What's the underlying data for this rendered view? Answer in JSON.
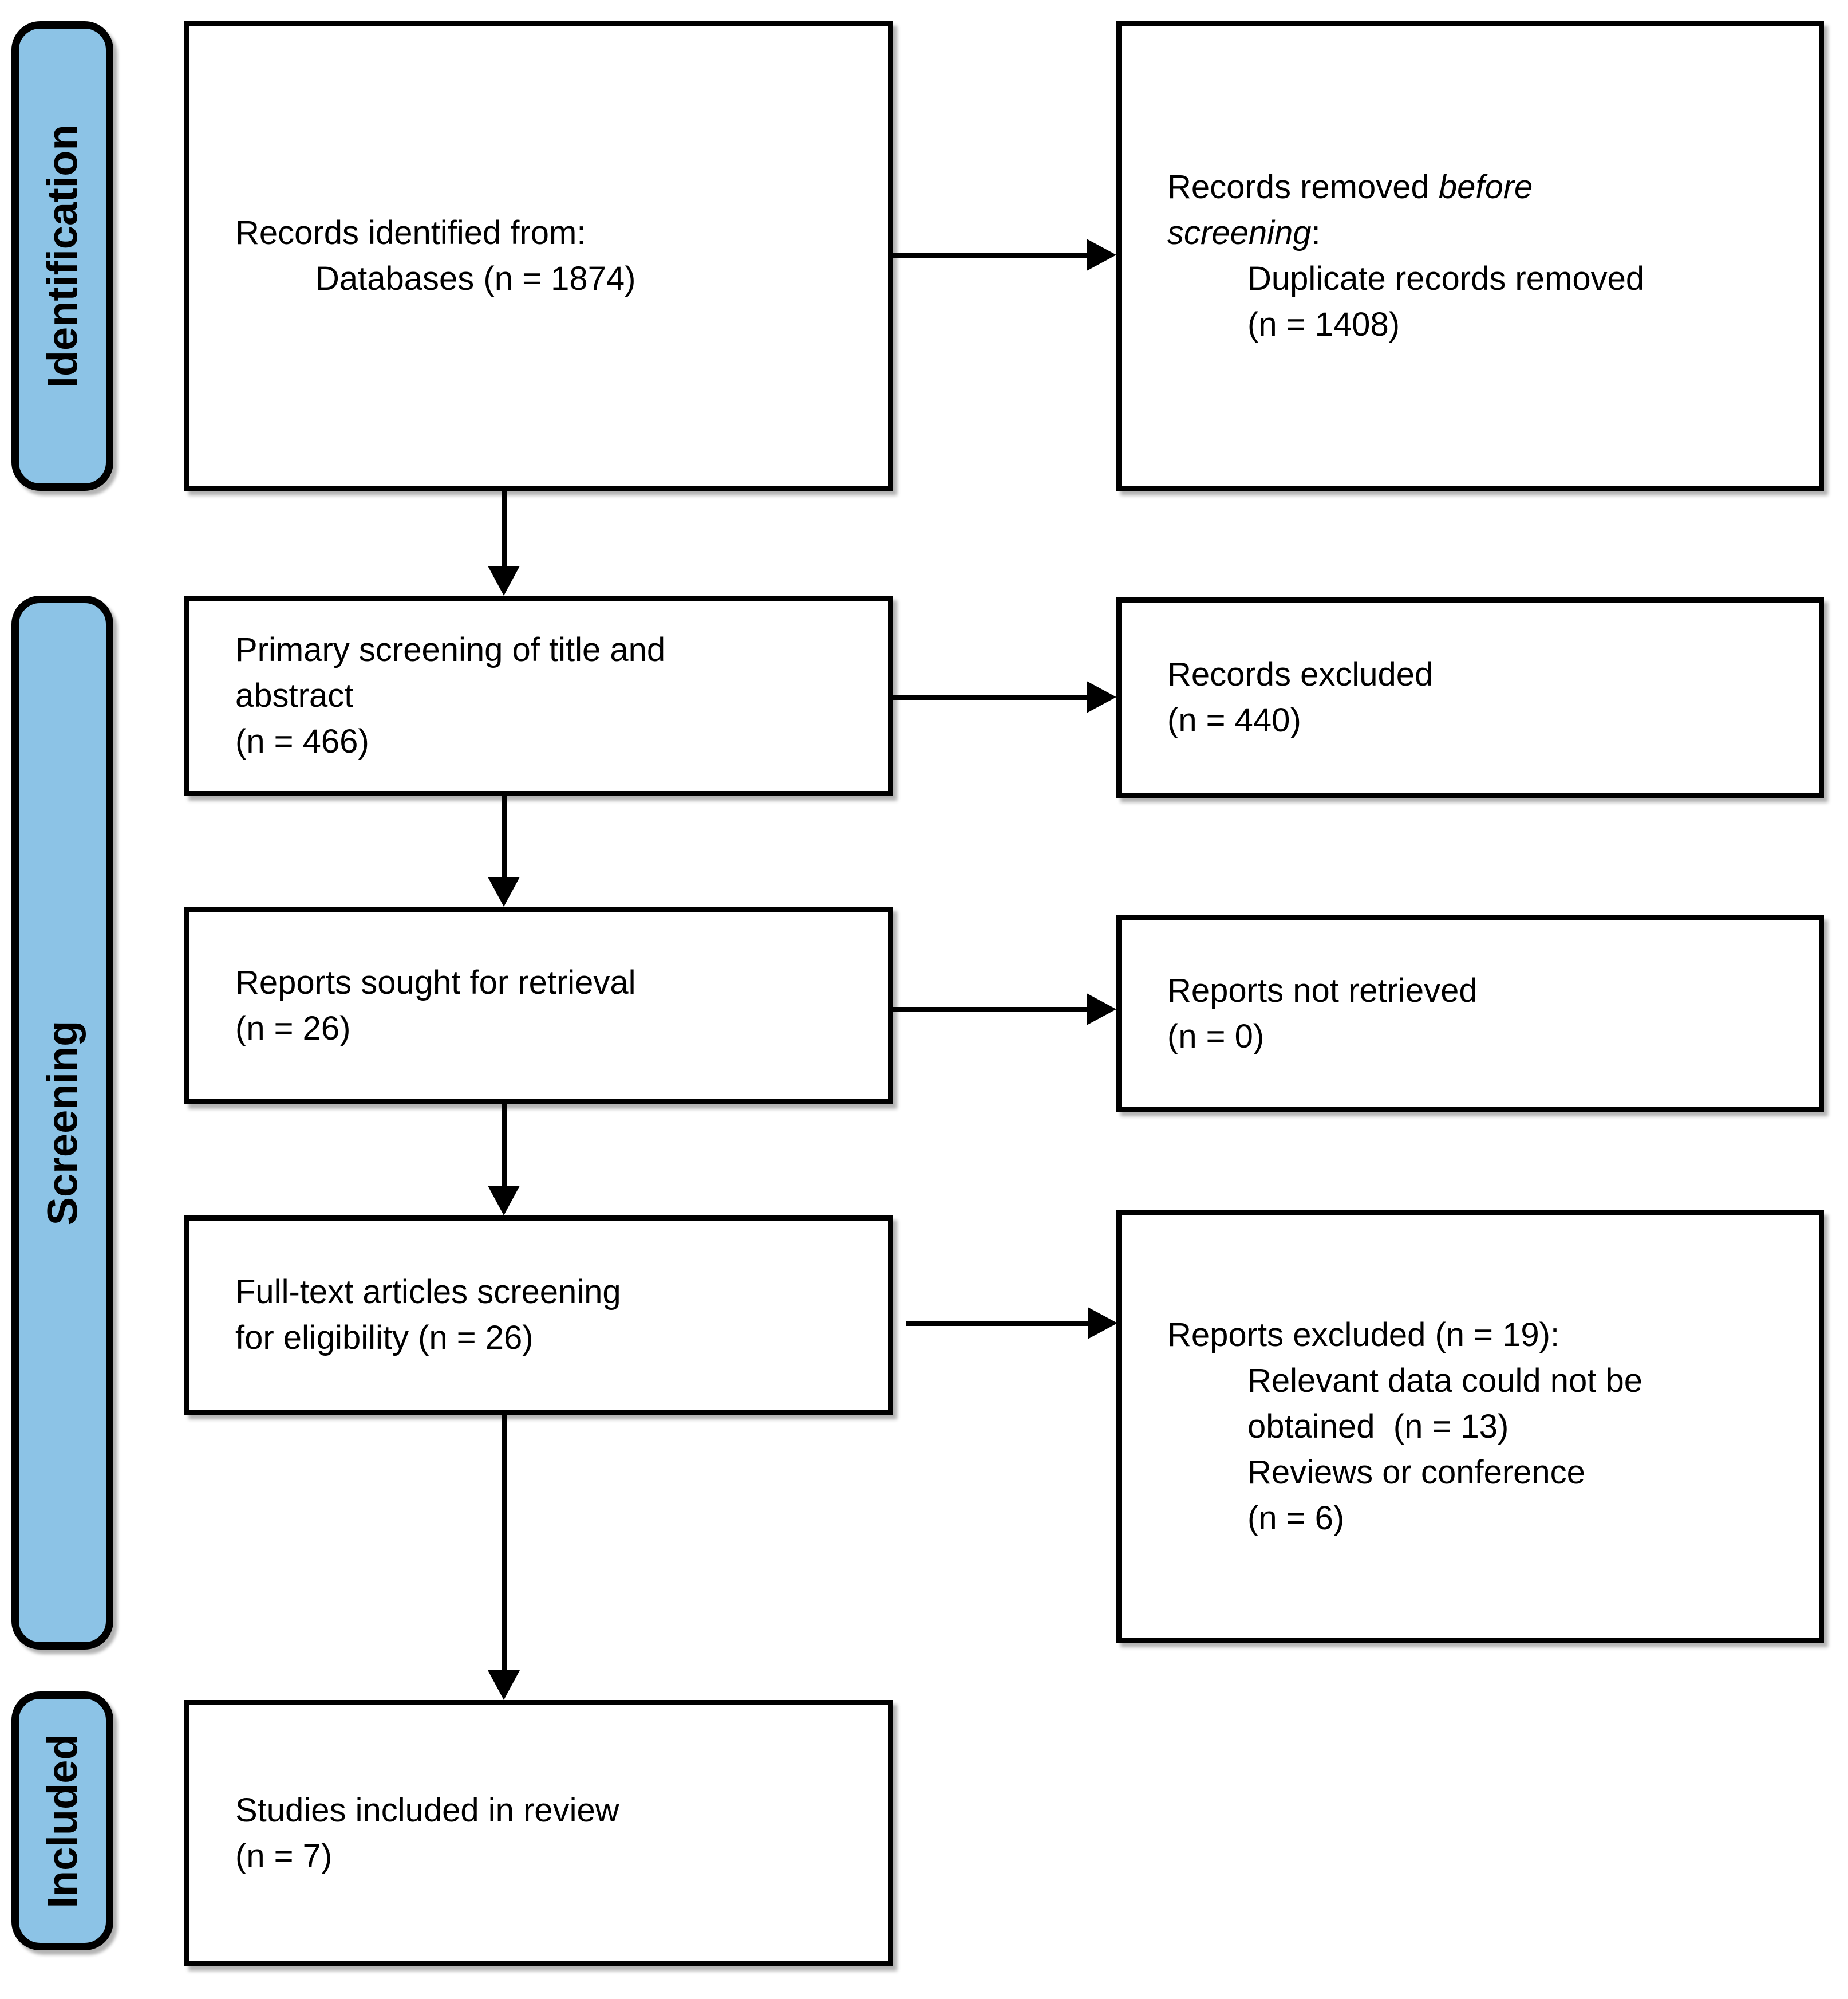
{
  "figure": {
    "type": "prisma-flow-diagram",
    "background_color": "#ffffff",
    "box_border_color": "#000000",
    "stage_fill_color": "#8CC3E6",
    "arrow_color": "#000000"
  },
  "stages": [
    {
      "label": "Identification"
    },
    {
      "label": "Screening"
    },
    {
      "label": "Included"
    }
  ],
  "boxes": {
    "identified": {
      "line1": "Records identified from:",
      "line2": "Databases (n = 1874)"
    },
    "removed": {
      "line1_prefix": "Records removed ",
      "line1_italic": "before",
      "line2_italic": "screening",
      "line2_suffix": ":",
      "detail1": "Duplicate records removed",
      "detail2": "(n = 1408)"
    },
    "primary_screening": {
      "line1": "Primary screening of title and",
      "line2": "abstract",
      "line3": "(n = 466)"
    },
    "records_excluded": {
      "line1": "Records excluded",
      "line2": "(n = 440)"
    },
    "reports_sought": {
      "line1": "Reports sought for retrieval",
      "line2": "(n = 26)"
    },
    "reports_not_retrieved": {
      "line1": "Reports not retrieved",
      "line2": "(n = 0)"
    },
    "fulltext_screening": {
      "line1": "Full-text articles screening",
      "line2": "for eligibility (n = 26)"
    },
    "reports_excluded": {
      "line1": "Reports excluded (n = 19):",
      "detail1": "Relevant data could not be",
      "detail2": "obtained  (n = 13)",
      "detail3": "Reviews or conference",
      "detail4": "(n = 6)"
    },
    "studies_included": {
      "line1": "Studies included in review",
      "line2": "(n = 7)"
    }
  }
}
